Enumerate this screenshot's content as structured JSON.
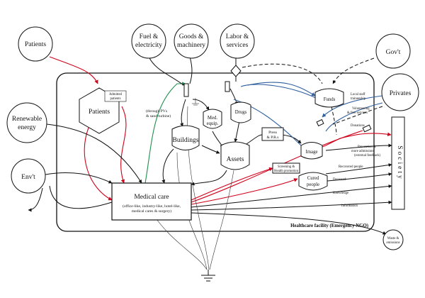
{
  "sources": {
    "patients": "Patients",
    "fuel_l1": "Fuel &",
    "fuel_l2": "electricity",
    "goods_l1": "Goods &",
    "goods_l2": "machinery",
    "labor_l1": "Labor &",
    "labor_l2": "services",
    "govt": "Gov't",
    "renewable_l1": "Renewable",
    "renewable_l2": "energy",
    "env": "Env't",
    "privates": "Privates"
  },
  "facility": {
    "label": "Healthcare facility (Emergency NGO)",
    "patients_tank": "Patients",
    "admitted_l1": "Admitted",
    "admitted_l2": "patients",
    "pvs_l1": "(through PVs",
    "pvs_l2": "& sand turbine)",
    "buildings": "Buildings",
    "med_equip_l1": "Med.",
    "med_equip_l2": "equip.",
    "drugs": "Drugs",
    "assets": "Assets",
    "press_l1": "Press",
    "press_l2": "& P.R.s",
    "image": "Image",
    "screening_l1": "Screening &",
    "screening_l2": "Health promotion",
    "cured_l1": "Cured",
    "cured_l2": "people",
    "funds": "Funds",
    "medical_care": "Medical care",
    "medical_care_sub1": "(office-like, industry-like, hotel-like,",
    "medical_care_sub2": "medical cares & surgery)"
  },
  "flows": {
    "local_staff_l1": "Local staff",
    "local_staff_l2": "traineeship",
    "volunteering_l1": "Volunteering",
    "volunteering_l2": "& free services",
    "donations": "Donations",
    "prevention_l1": "Prevention &",
    "prevention_l2": "more admissions",
    "prevention_l3": "(external feedback)",
    "recovered": "Recovered people",
    "deceased": "Deceased",
    "knowledge": "Knowledge",
    "information": "Information"
  },
  "sinks": {
    "society": "Society",
    "waste_l1": "Waste &",
    "waste_l2": "emissions"
  },
  "colors": {
    "red": "#d0021b",
    "blue": "#2f5f9e",
    "green": "#1f8f4e",
    "black": "#111111"
  }
}
